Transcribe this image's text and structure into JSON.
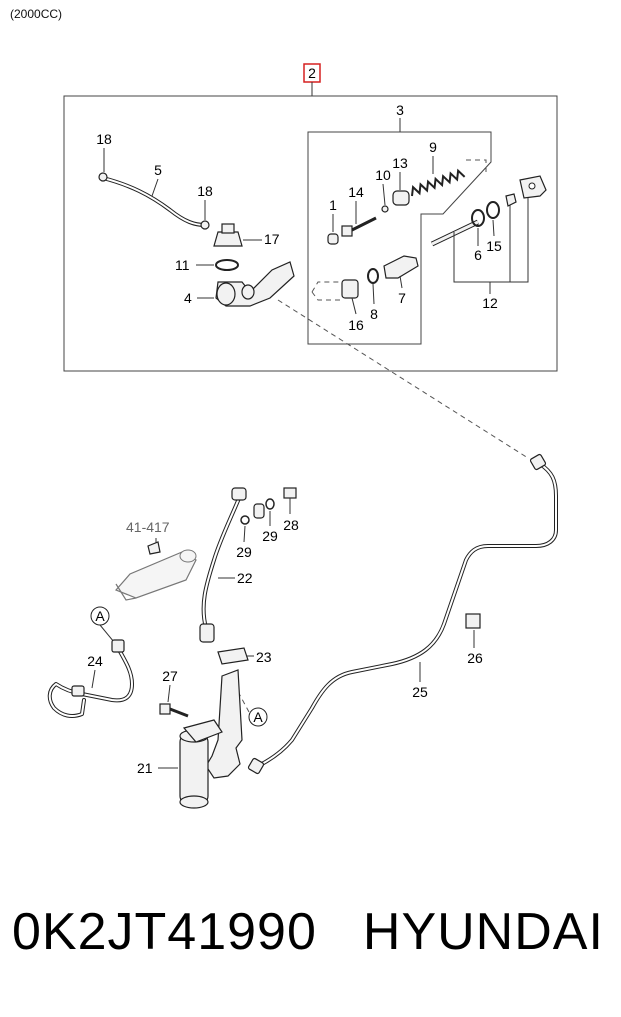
{
  "header": {
    "engine_note": "(2000CC)"
  },
  "diagram": {
    "assembly_callout": "2",
    "callout_color": "#d62020",
    "ref_label": "41-417",
    "labels": {
      "p1": "1",
      "p3": "3",
      "p4": "4",
      "p5": "5",
      "p6": "6",
      "p7": "7",
      "p8": "8",
      "p9": "9",
      "p10": "10",
      "p11": "11",
      "p12": "12",
      "p13": "13",
      "p14": "14",
      "p15": "15",
      "p16": "16",
      "p17": "17",
      "p18a": "18",
      "p18b": "18",
      "p21": "21",
      "p22": "22",
      "p23": "23",
      "p24": "24",
      "p25": "25",
      "p26": "26",
      "p27": "27",
      "p28": "28",
      "p29a": "29",
      "p29b": "29",
      "markA1": "A",
      "markA2": "A"
    }
  },
  "footer": {
    "part_number": "0K2JT41990",
    "brand": "HYUNDAI"
  }
}
